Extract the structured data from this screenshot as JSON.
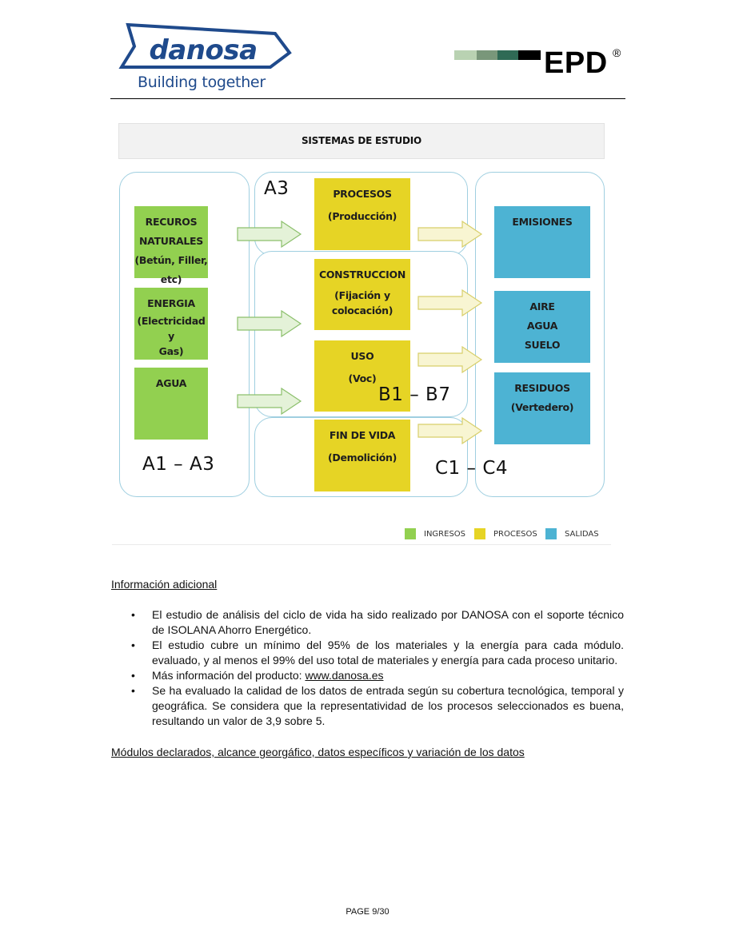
{
  "header": {
    "logo_name": "danosa",
    "logo_tagline": "Building together",
    "epd_label": "EPD",
    "epd_reg": "®",
    "epd_bar_colors": [
      "#b9d2b2",
      "#79977a",
      "#2f6a55",
      "#000000"
    ]
  },
  "figure": {
    "title": "SISTEMAS DE ESTUDIO",
    "stage_labels": {
      "a3": "A3",
      "a1_a3": "A1 – A3",
      "b1_b7": "B1 – B7",
      "c1_c4": "C1 – C4"
    },
    "inputs": [
      {
        "lines": [
          "RECUROS",
          "NATURALES",
          "(Betún, Filler, etc)"
        ]
      },
      {
        "lines": [
          "ENERGIA",
          "(Electricidad y",
          "Gas)"
        ]
      },
      {
        "lines": [
          "AGUA"
        ]
      }
    ],
    "processes": [
      {
        "lines": [
          "PROCESOS",
          "(Producción)"
        ]
      },
      {
        "lines": [
          "CONSTRUCCION",
          "(Fijación y",
          "colocación)"
        ]
      },
      {
        "lines": [
          "USO",
          "(Voc)"
        ]
      },
      {
        "lines": [
          "FIN DE VIDA",
          "(Demolición)"
        ]
      }
    ],
    "outputs": [
      {
        "lines": [
          "EMISIONES"
        ]
      },
      {
        "lines": [
          "AIRE",
          "AGUA",
          "SUELO"
        ]
      },
      {
        "lines": [
          "RESIDUOS",
          "(Vertedero)"
        ]
      }
    ],
    "legend": [
      {
        "label": "INGRESOS",
        "color": "#92d050"
      },
      {
        "label": "PROCESOS",
        "color": "#e6d425"
      },
      {
        "label": "SALIDAS",
        "color": "#4db3d3"
      }
    ],
    "colors": {
      "inputs": "#92d050",
      "processes": "#e6d425",
      "outputs": "#4db3d3",
      "panel_border": "#9fcfe0"
    }
  },
  "info": {
    "heading": "Información adicional",
    "bullets": [
      {
        "text": "El estudio de análisis del ciclo de vida ha sido realizado por DANOSA con el soporte técnico de ISOLANA Ahorro Energético."
      },
      {
        "text": "El estudio cubre un mínimo del 95% de los materiales y la energía para cada módulo. evaluado, y al menos el 99% del uso total de materiales y energía para cada proceso unitario."
      },
      {
        "text": "Más información del producto: ",
        "link": "www.danosa.es"
      },
      {
        "text": "Se ha evaluado la calidad de los datos de entrada según su cobertura tecnológica, temporal y geográfica. Se considera que la representatividad de los procesos seleccionados es buena, resultando un valor de 3,9 sobre 5."
      }
    ],
    "bullet_symbol": "•"
  },
  "modules_heading": "Módulos declarados, alcance georgáfico, datos específicos y variación de los datos",
  "footer": {
    "page": "PAGE 9/30"
  }
}
